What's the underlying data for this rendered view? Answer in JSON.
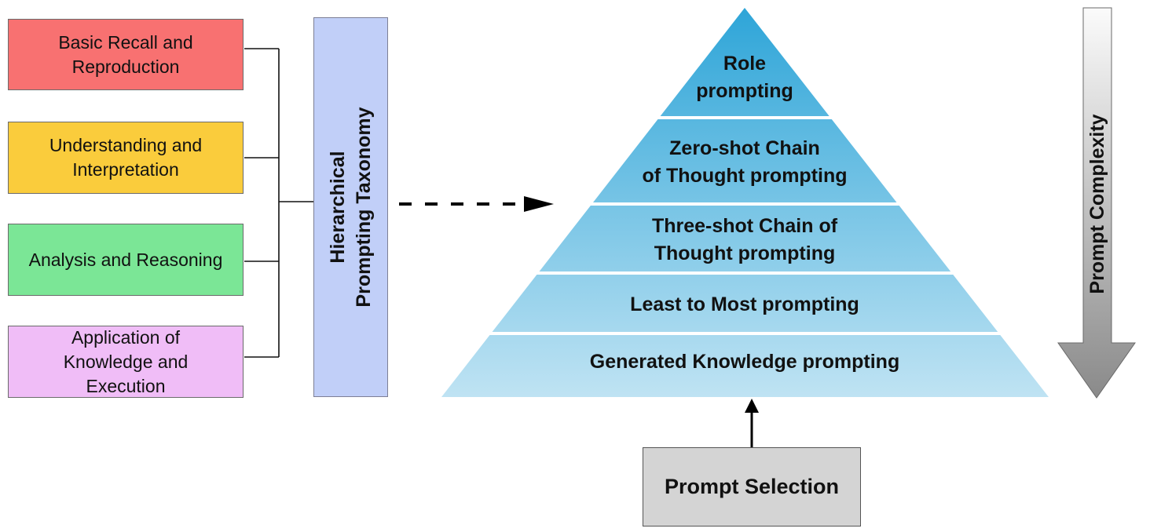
{
  "categories": [
    {
      "label": "Basic Recall and Reproduction",
      "lines": [
        "Basic Recall and",
        "Reproduction"
      ],
      "color": "#f87171"
    },
    {
      "label": "Understanding and Interpretation",
      "lines": [
        "Understanding and",
        "Interpretation"
      ],
      "color": "#facc3c"
    },
    {
      "label": "Analysis and Reasoning",
      "lines": [
        "Analysis and Reasoning"
      ],
      "color": "#7be696"
    },
    {
      "label": "Application of Knowledge and Execution",
      "lines": [
        "Application of",
        "Knowledge and",
        "Execution"
      ],
      "color": "#f0bdf7"
    }
  ],
  "taxonomy": {
    "lines": [
      "Hierarchical",
      "Prompting Taxonomy"
    ],
    "color": "#c1cff8"
  },
  "pyramid": {
    "levels": [
      {
        "lines": [
          "Role",
          "prompting"
        ]
      },
      {
        "lines": [
          "Zero-shot Chain",
          "of Thought prompting"
        ]
      },
      {
        "lines": [
          "Three-shot Chain of",
          "Thought prompting"
        ]
      },
      {
        "lines": [
          "Least to Most prompting"
        ]
      },
      {
        "lines": [
          "Generated Knowledge prompting"
        ]
      }
    ],
    "color_top": "#2ea5d8",
    "color_bottom": "#bfe3f3"
  },
  "complexity_arrow": {
    "label": "Prompt Complexity",
    "direction": "down"
  },
  "selection": {
    "label": "Prompt Selection",
    "color": "#d4d4d4"
  }
}
